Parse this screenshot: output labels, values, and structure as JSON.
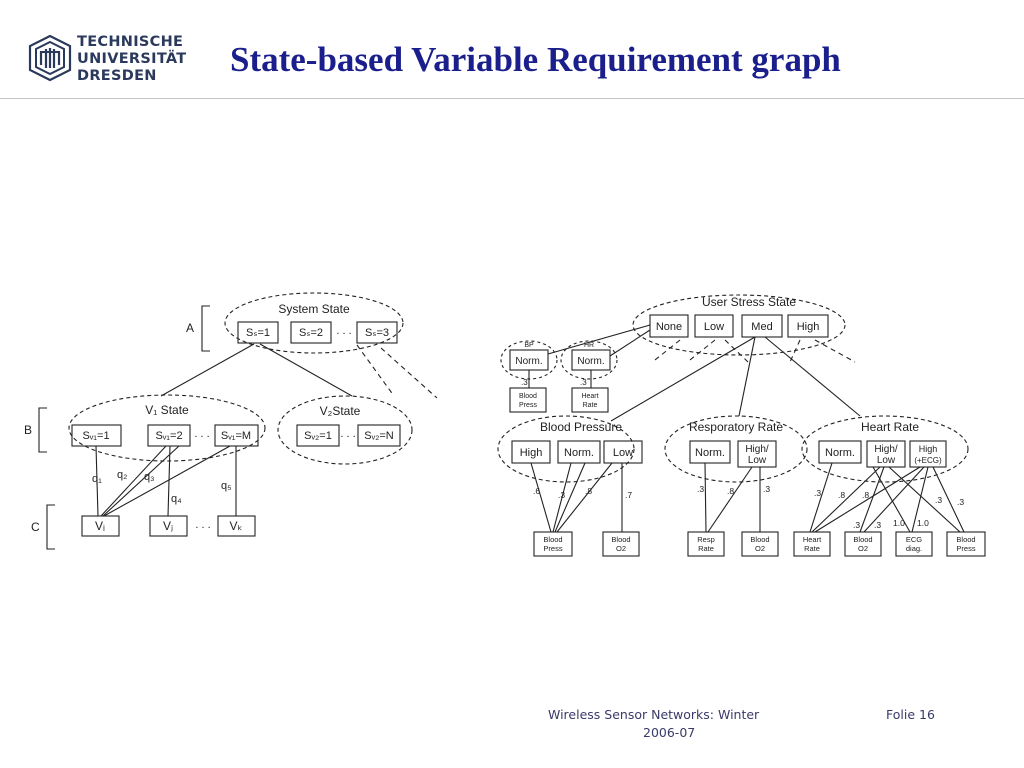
{
  "header": {
    "logo_lines": [
      "TECHNISCHE",
      "UNIVERSITÄT",
      "DRESDEN"
    ],
    "title": "State-based Variable Requirement graph"
  },
  "left_graph": {
    "level_labels": [
      "A",
      "B",
      "C"
    ],
    "system_state": {
      "label": "System State",
      "states": [
        "Sₛ=1",
        "Sₛ=2",
        "Sₛ=3"
      ]
    },
    "v1_state": {
      "label": "V₁ State",
      "states": [
        "Sᵥ₁=1",
        "Sᵥ₁=2",
        "Sᵥ₁=M"
      ]
    },
    "v2_state": {
      "label": "V₂State",
      "states": [
        "Sᵥ₂=1",
        "Sᵥ₂=N"
      ]
    },
    "variables": [
      "Vᵢ",
      "Vⱼ",
      "Vₖ"
    ],
    "edge_labels": [
      "q₁",
      "q₂",
      "q₃",
      "q₄",
      "q₅"
    ]
  },
  "right_graph": {
    "user_stress_state": {
      "label": "User Stress State",
      "states": [
        "None",
        "Low",
        "Med",
        "High"
      ]
    },
    "bp_group": {
      "label": "BP",
      "state": "Norm.",
      "weight": ".3",
      "leaf": "Blood Press"
    },
    "hr_group": {
      "label": "HR",
      "state": "Norm.",
      "weight": ".3",
      "leaf": "Heart Rate"
    },
    "blood_pressure": {
      "label": "Blood Pressure",
      "states": [
        "High",
        "Norm.",
        "Low"
      ]
    },
    "respiratory_rate": {
      "label": "Resporatory Rate",
      "states": [
        "Norm.",
        "High/ Low"
      ]
    },
    "heart_rate": {
      "label": "Heart Rate",
      "states": [
        "Norm.",
        "High/ Low",
        "High (+ECG)"
      ]
    },
    "bp_leaves": [
      "Blood Press",
      "Blood O2"
    ],
    "rr_leaves": [
      "Resp Rate",
      "Blood O2"
    ],
    "hr_leaves": [
      "Heart Rate",
      "Blood O2",
      "ECG diag.",
      "Blood Press"
    ],
    "bp_weights": [
      ".6",
      ".3",
      ".8",
      ".7"
    ],
    "rr_weights": [
      ".3",
      ".8",
      ".3"
    ],
    "hr_weights": [
      ".3",
      ".8",
      ".8",
      ".3",
      ".3",
      "1.0",
      "1.0",
      ".3",
      ".3"
    ]
  },
  "footer": {
    "course": "Wireless Sensor Networks:  Winter",
    "year": "2006-07",
    "slide": "Folie 16"
  }
}
